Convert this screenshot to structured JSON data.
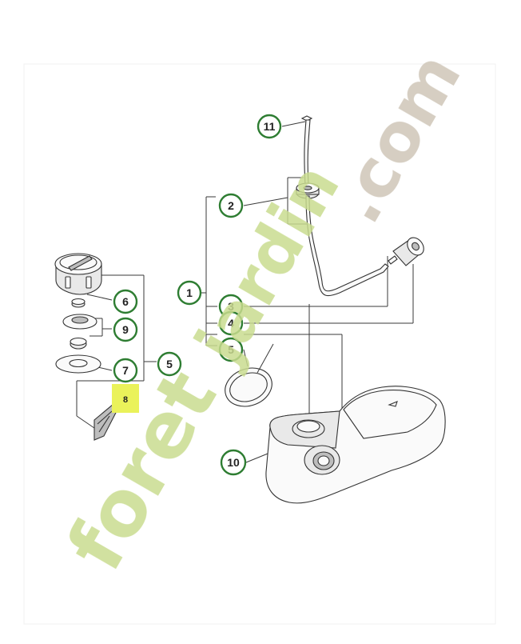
{
  "diagram": {
    "callouts": [
      {
        "id": "c11",
        "label": "11"
      },
      {
        "id": "c2",
        "label": "2"
      },
      {
        "id": "c1",
        "label": "1"
      },
      {
        "id": "c3",
        "label": "3"
      },
      {
        "id": "c4",
        "label": "4"
      },
      {
        "id": "c5a",
        "label": "5"
      },
      {
        "id": "c5b",
        "label": "5"
      },
      {
        "id": "c6",
        "label": "6"
      },
      {
        "id": "c9",
        "label": "9"
      },
      {
        "id": "c7",
        "label": "7"
      },
      {
        "id": "c8",
        "label": "8"
      },
      {
        "id": "c10",
        "label": "10"
      }
    ]
  },
  "watermark": {
    "foret": "foret",
    "jardin": "jardin",
    "com": ".com",
    "colors": {
      "green": "#c9dc8f",
      "orange": "#f3c27e",
      "grey": "#cfc6b8"
    }
  },
  "colors": {
    "ring": "#2e7d32",
    "highlight": "#eaf25a",
    "line": "#3a3a3a"
  }
}
